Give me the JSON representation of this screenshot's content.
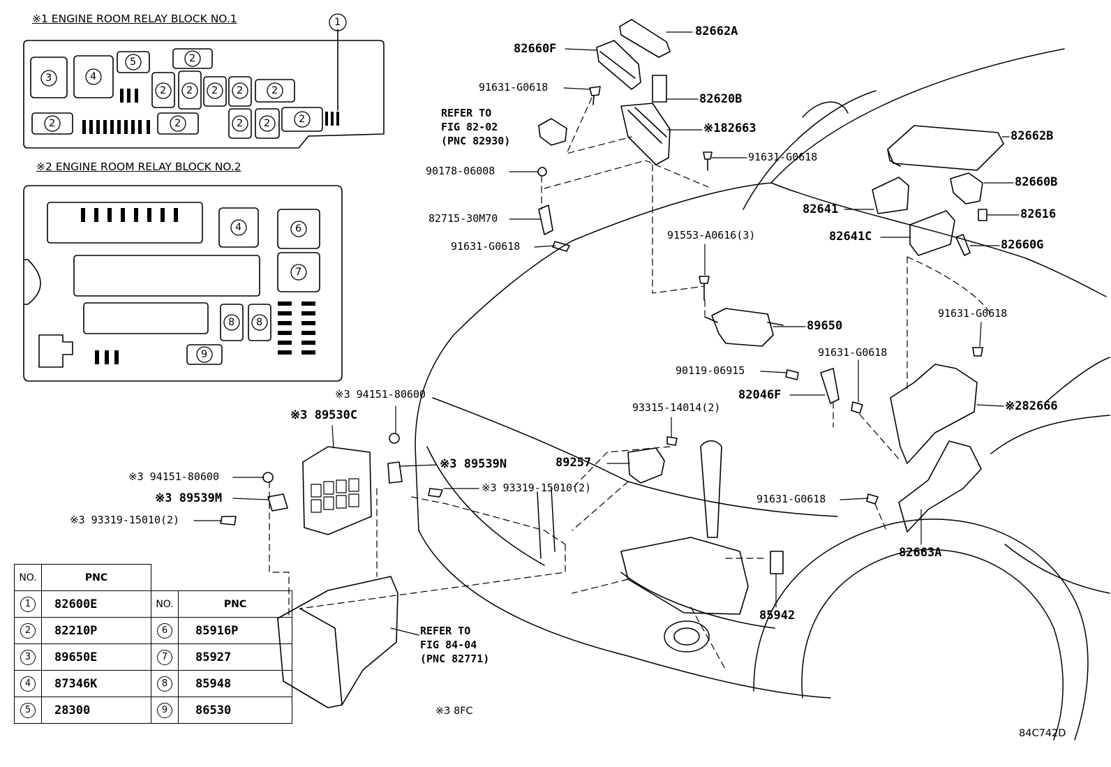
{
  "relay_block_1": {
    "title": "※1 ENGINE ROOM RELAY BLOCK NO.1",
    "callout": "1",
    "slots": [
      "3",
      "4",
      "5",
      "2",
      "2",
      "2",
      "2",
      "2",
      "2",
      "2",
      "2",
      "2",
      "2",
      "2"
    ]
  },
  "relay_block_2": {
    "title": "※2 ENGINE ROOM RELAY BLOCK NO.2",
    "slots": [
      "4",
      "6",
      "7",
      "8",
      "8",
      "9"
    ]
  },
  "parts": [
    "82662A",
    "82660F",
    "91631-G0618",
    "82620B",
    "※182663",
    "91631-G0618",
    "90178-06008",
    "82715-30M70",
    "91631-G0618",
    "82662B",
    "82660B",
    "82641",
    "82616",
    "82641C",
    "82660G",
    "91553-A0616(3)",
    "89650",
    "91631-G0618",
    "90119-06915",
    "91631-G0618",
    "82046F",
    "※282666",
    "93315-14014(2)",
    "89257",
    "91631-G0618",
    "82663A",
    "85942",
    "※3 94151-80600",
    "※3 89530C",
    "※3 89539N",
    "※3 94151-80600",
    "※3 89539M",
    "※3 93319-15010(2)",
    "※3 93319-15010(2)"
  ],
  "refs": {
    "fig_82_02": "REFER TO\nFIG 82-02\n(PNC 82930)",
    "fig_84_04": "REFER TO\nFIG 84-04\n(PNC 82771)"
  },
  "footnote": "※3 8FC",
  "figure_code": "84C742D",
  "pnc_table": {
    "header_no": "NO.",
    "header_pnc": "PNC",
    "left": [
      {
        "no": "1",
        "pnc": "82600E"
      },
      {
        "no": "2",
        "pnc": "82210P"
      },
      {
        "no": "3",
        "pnc": "89650E"
      },
      {
        "no": "4",
        "pnc": "87346K"
      },
      {
        "no": "5",
        "pnc": "28300"
      }
    ],
    "right": [
      {
        "no": "6",
        "pnc": "85916P"
      },
      {
        "no": "7",
        "pnc": "85927"
      },
      {
        "no": "8",
        "pnc": "85948"
      },
      {
        "no": "9",
        "pnc": "86530"
      }
    ]
  }
}
